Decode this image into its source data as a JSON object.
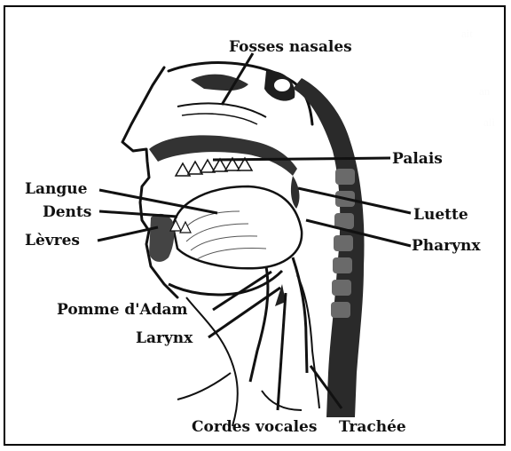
{
  "labels": {
    "fosses_nasales": "Fosses nasales",
    "palais": "Palais",
    "langue": "Langue",
    "dents": "Dents",
    "luette": "Luette",
    "levres": "Lèvres",
    "pharynx": "Pharynx",
    "pomme_adam": "Pomme d'Adam",
    "larynx": "Larynx",
    "cordes_vocales": "Cordes vocales",
    "trachee": "Trachée"
  },
  "colors": {
    "outline": "#111111",
    "dark_tissue": "#3a3a3a",
    "spine": "#2a2a2a",
    "page": "#ffffff",
    "background_text": "#cfcfcf"
  }
}
